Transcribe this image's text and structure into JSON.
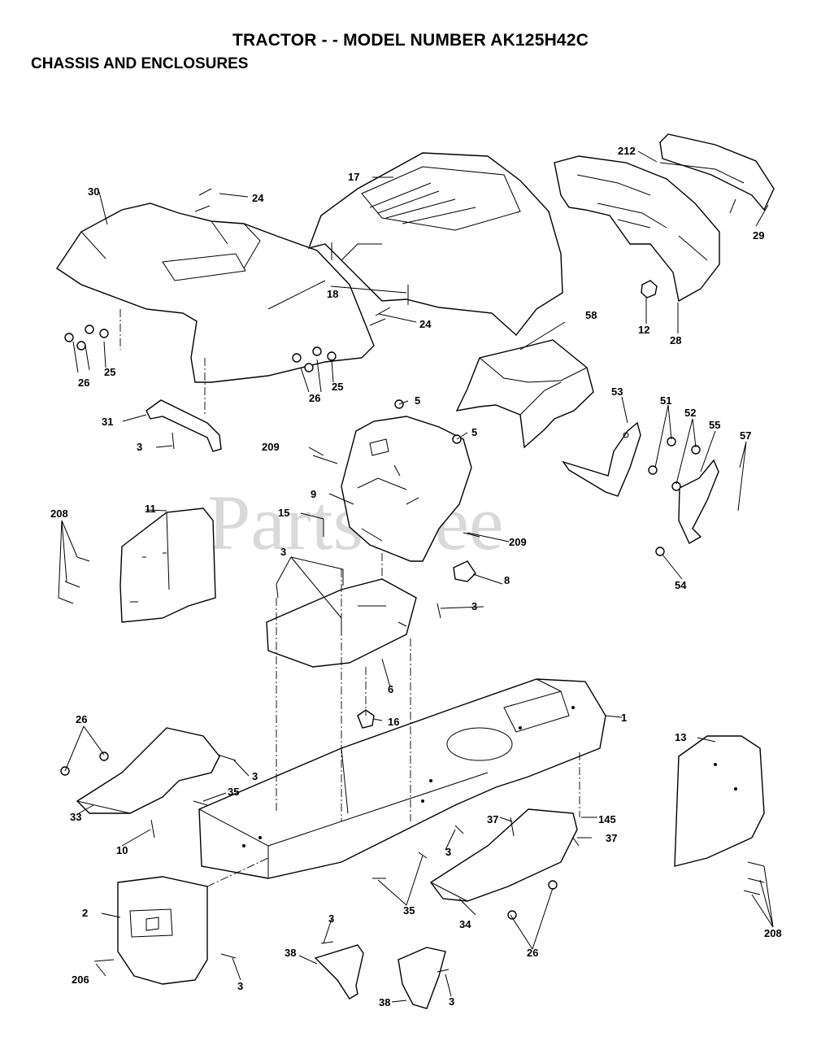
{
  "title": "TRACTOR - - MODEL NUMBER AK125H42C",
  "subtitle": "CHASSIS AND ENCLOSURES",
  "watermark": "PartsTree",
  "callouts": [
    {
      "id": "c30",
      "text": "30"
    },
    {
      "id": "c24a",
      "text": "24"
    },
    {
      "id": "c17",
      "text": "17"
    },
    {
      "id": "c212",
      "text": "212"
    },
    {
      "id": "c29",
      "text": "29"
    },
    {
      "id": "c18",
      "text": "18"
    },
    {
      "id": "c24b",
      "text": "24"
    },
    {
      "id": "c12",
      "text": "12"
    },
    {
      "id": "c28",
      "text": "28"
    },
    {
      "id": "c58",
      "text": "58"
    },
    {
      "id": "c26a",
      "text": "26"
    },
    {
      "id": "c25a",
      "text": "25"
    },
    {
      "id": "c26b",
      "text": "26"
    },
    {
      "id": "c25b",
      "text": "25"
    },
    {
      "id": "c5a",
      "text": "5"
    },
    {
      "id": "c5b",
      "text": "5"
    },
    {
      "id": "c53",
      "text": "53"
    },
    {
      "id": "c51",
      "text": "51"
    },
    {
      "id": "c52",
      "text": "52"
    },
    {
      "id": "c55",
      "text": "55"
    },
    {
      "id": "c57",
      "text": "57"
    },
    {
      "id": "c31",
      "text": "31"
    },
    {
      "id": "c3a",
      "text": "3"
    },
    {
      "id": "c209a",
      "text": "209"
    },
    {
      "id": "c9",
      "text": "9"
    },
    {
      "id": "c208a",
      "text": "208"
    },
    {
      "id": "c11",
      "text": "11"
    },
    {
      "id": "c15",
      "text": "15"
    },
    {
      "id": "c209b",
      "text": "209"
    },
    {
      "id": "c54",
      "text": "54"
    },
    {
      "id": "c3b",
      "text": "3"
    },
    {
      "id": "c8",
      "text": "8"
    },
    {
      "id": "c3c",
      "text": "3"
    },
    {
      "id": "c6",
      "text": "6"
    },
    {
      "id": "c16",
      "text": "16"
    },
    {
      "id": "c1",
      "text": "1"
    },
    {
      "id": "c26c",
      "text": "26"
    },
    {
      "id": "c13",
      "text": "13"
    },
    {
      "id": "c3d",
      "text": "3"
    },
    {
      "id": "c35a",
      "text": "35"
    },
    {
      "id": "c33",
      "text": "33"
    },
    {
      "id": "c10",
      "text": "10"
    },
    {
      "id": "c37a",
      "text": "37"
    },
    {
      "id": "c145",
      "text": "145"
    },
    {
      "id": "c37b",
      "text": "37"
    },
    {
      "id": "c3e",
      "text": "3"
    },
    {
      "id": "c2",
      "text": "2"
    },
    {
      "id": "c35b",
      "text": "35"
    },
    {
      "id": "c34",
      "text": "34"
    },
    {
      "id": "c26d",
      "text": "26"
    },
    {
      "id": "c208b",
      "text": "208"
    },
    {
      "id": "c3f",
      "text": "3"
    },
    {
      "id": "c38a",
      "text": "38"
    },
    {
      "id": "c206",
      "text": "206"
    },
    {
      "id": "c3g",
      "text": "3"
    },
    {
      "id": "c3h",
      "text": "3"
    },
    {
      "id": "c38b",
      "text": "38"
    }
  ]
}
